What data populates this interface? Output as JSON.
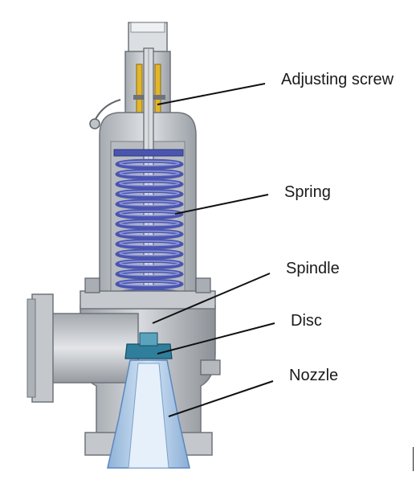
{
  "labels": {
    "adjusting_screw": "Adjusting screw",
    "spring": "Spring",
    "spindle": "Spindle",
    "disc": "Disc",
    "nozzle": "Nozzle"
  },
  "colors": {
    "body_metal": "#b9bdc2",
    "body_dark": "#8e9398",
    "bonnet_metal": "#c9ccd0",
    "spring_blue": "#4a55b0",
    "spring_light": "#8f97d8",
    "brass_yellow": "#e2b62a",
    "nozzle_blue": "#a9c6e4",
    "nozzle_edge": "#5c86bc",
    "disc_teal": "#2f7f9c",
    "leader_line": "#111111",
    "background": "#ffffff"
  }
}
